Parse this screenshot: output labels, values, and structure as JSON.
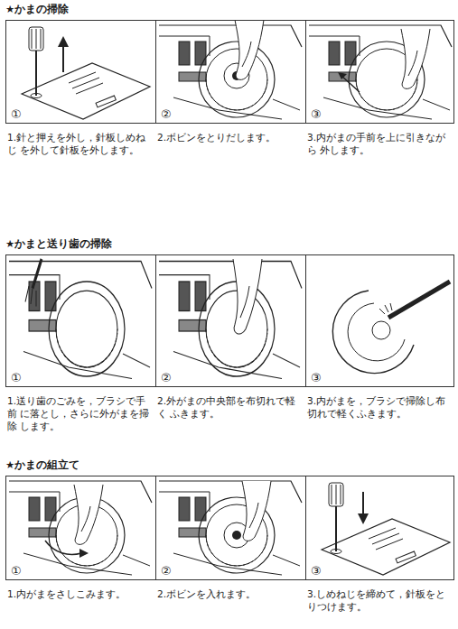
{
  "diagram": {
    "nodes": [
      {
        "text": [
          "①",
          "1.針と押えを外し，針板しめねじ を外して針板を外します。"
        ]
      },
      {
        "text": [
          "②",
          "2.ボビンをとりだします。"
        ]
      },
      {
        "text": [
          "③",
          "3.内がまの手前を上に引きながら 外します。"
        ]
      },
      {
        "text": [
          "①",
          "1.送り歯のごみを，ブラシで手前 に落とし，さらに外がまを掃除 します。"
        ]
      },
      {
        "text": [
          "②",
          "2.外がまの中央部を布切れで軽く ふきます。"
        ]
      },
      {
        "text": [
          "③",
          "3.内がまを，ブラシで掃除し布 切れで軽くふきます。"
        ]
      },
      {
        "text": [
          "①",
          "1.内がまをさしこみます。"
        ]
      },
      {
        "text": [
          "②",
          "2.ボビンを入れます。"
        ]
      },
      {
        "text": [
          "③",
          "3.しめねじを締めて，針板をと りつけます。"
        ]
      }
    ],
    "labels": [
      "★かまの掃除",
      "★かまと送り歯の掃除",
      "★かまの組立て"
    ]
  }
}
